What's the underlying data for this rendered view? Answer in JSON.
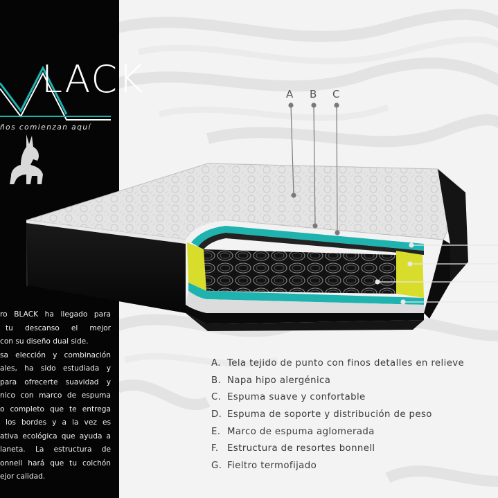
{
  "brand": {
    "wordmark": "LACK",
    "tagline": "ños comienzan aquí",
    "mascot_icon": "donkey-icon"
  },
  "description": {
    "lines": [
      "ro BLACK ha llegado para",
      "tu descanso el mejor",
      "con su diseño dual side.",
      "sa elección y combinación",
      "ales, ha sido estudiada y",
      "para ofrecerte suavidad y",
      "nico con marco de espuma",
      "o completo que te entrega",
      "los bordes y a la vez es",
      "ativa ecológica que ayuda a",
      "laneta. La estructura de",
      "onnell hará que tu colchón",
      "ejor calidad."
    ]
  },
  "callouts": {
    "top": [
      "A",
      "B",
      "C"
    ]
  },
  "legend": {
    "items": [
      {
        "letter": "A.",
        "text": "Tela tejido de punto con finos detalles en relieve"
      },
      {
        "letter": "B.",
        "text": "Napa hipo alergénica"
      },
      {
        "letter": "C.",
        "text": "Espuma suave y confortable"
      },
      {
        "letter": "D.",
        "text": "Espuma de soporte y distribución de peso"
      },
      {
        "letter": "E.",
        "text": "Marco de espuma aglomerada"
      },
      {
        "letter": "F.",
        "text": "Estructura de resortes bonnell"
      },
      {
        "letter": "G.",
        "text": "Fieltro termofijado"
      }
    ]
  },
  "colors": {
    "panel": "#050505",
    "accent_teal": "#1fb3b0",
    "foam_yellow": "#d8dc2a",
    "text": "#3a3a3a"
  }
}
